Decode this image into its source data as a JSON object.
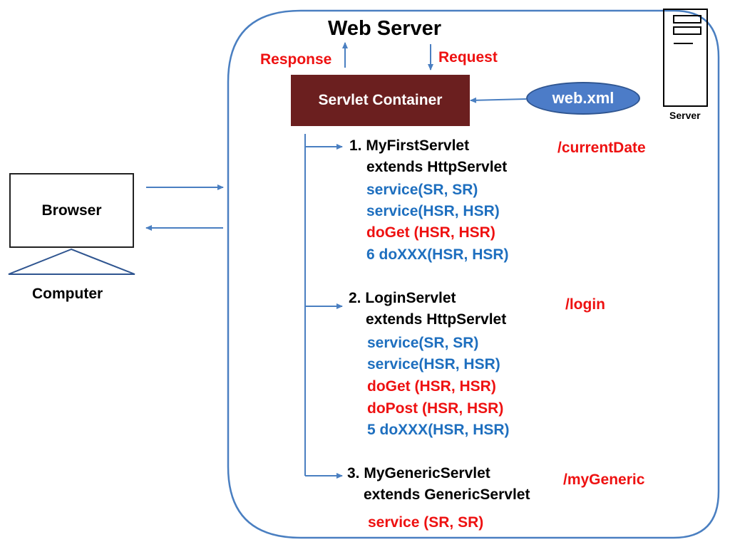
{
  "title": "Web Server",
  "response_label": "Response",
  "request_label": "Request",
  "container_label": "Servlet Container",
  "config_label": "web.xml",
  "server_label": "Server",
  "browser_label": "Browser",
  "computer_label": "Computer",
  "colors": {
    "red": "#ee1111",
    "blue": "#1e6fbf",
    "container": "#6b1f1f",
    "ellipse": "#4c7cc8",
    "line": "#4a7fc1"
  },
  "servlets": [
    {
      "name": "1. MyFirstServlet",
      "extends": "extends HttpServlet",
      "url": "/currentDate",
      "methods": [
        {
          "text": "service(SR, SR)",
          "color": "blue"
        },
        {
          "text": "service(HSR, HSR)",
          "color": "blue"
        },
        {
          "text": "doGet (HSR, HSR)",
          "color": "red"
        },
        {
          "text": "6 doXXX(HSR, HSR)",
          "color": "blue"
        }
      ]
    },
    {
      "name": "2. LoginServlet",
      "extends": "extends HttpServlet",
      "url": "/login",
      "methods": [
        {
          "text": "service(SR, SR)",
          "color": "blue"
        },
        {
          "text": "service(HSR, HSR)",
          "color": "blue"
        },
        {
          "text": "doGet (HSR, HSR)",
          "color": "red"
        },
        {
          "text": "doPost (HSR, HSR)",
          "color": "red"
        },
        {
          "text": "5 doXXX(HSR, HSR)",
          "color": "blue"
        }
      ]
    },
    {
      "name": "3. MyGenericServlet",
      "extends": "extends GenericServlet",
      "url": "/myGeneric",
      "methods": [
        {
          "text": "service (SR, SR)",
          "color": "red"
        }
      ]
    }
  ]
}
